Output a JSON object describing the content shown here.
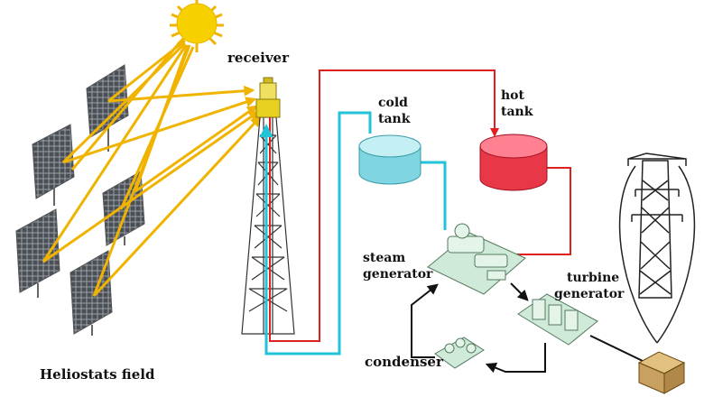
{
  "labels": {
    "receiver": "receiver",
    "cold_tank_line1": "cold",
    "cold_tank_line2": "tank",
    "hot_tank_line1": "hot",
    "hot_tank_line2": "tank",
    "steam_generator_line1": "steam",
    "steam_generator_line2": "generator",
    "turbine_generator_line1": "turbine",
    "turbine_generator_line2": "generator",
    "condenser": "condenser",
    "heliostats_field": "Heliostats field"
  },
  "colors": {
    "sun": "#f7d000",
    "sun_rays": "#f2b400",
    "light_beams": "#f0b400",
    "hot_line": "#e02020",
    "cold_line": "#22c2d8",
    "cold_tank": "#8fe0ea",
    "hot_tank": "#f04858",
    "equipment": "#cfead8",
    "tower": "#333333",
    "receiver": "#e8d020",
    "water_loop": "#111111",
    "transformer": "#c8a060"
  }
}
